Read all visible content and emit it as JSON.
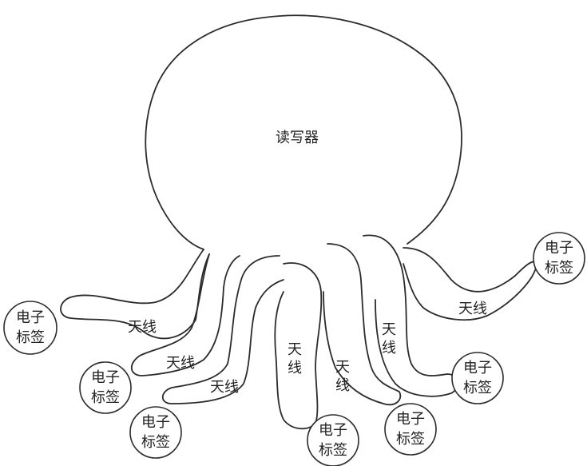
{
  "diagram": {
    "reader_label": "读写器",
    "antenna_label": "天线",
    "tags": [
      {
        "line1": "电子",
        "line2": "标签"
      },
      {
        "line1": "电子",
        "line2": "标签"
      },
      {
        "line1": "电子",
        "line2": "标签"
      },
      {
        "line1": "电子",
        "line2": "标签"
      },
      {
        "line1": "电子",
        "line2": "标签"
      },
      {
        "line1": "电子",
        "line2": "标签"
      },
      {
        "line1": "电子",
        "line2": "标签"
      }
    ],
    "antennas": [
      {
        "label": "天线"
      },
      {
        "label": "天线"
      },
      {
        "label": "天线"
      },
      {
        "label": "天线"
      },
      {
        "label": "天线"
      },
      {
        "label": "天线"
      },
      {
        "label": "天线"
      }
    ]
  }
}
